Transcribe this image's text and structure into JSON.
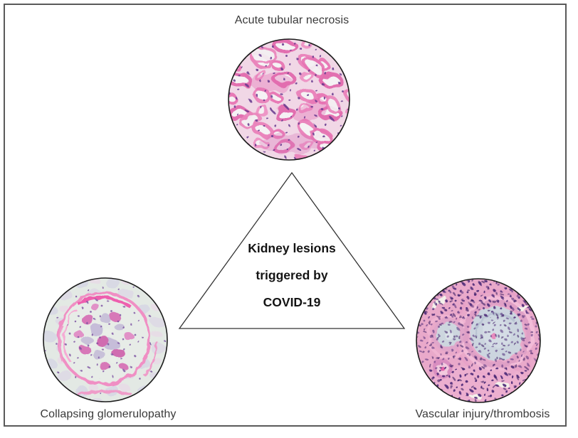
{
  "figure": {
    "center_text": {
      "lines": [
        "Kidney lesions",
        "triggered by",
        "COVID-19"
      ]
    },
    "nodes": [
      {
        "label": "Acute tubular necrosis",
        "position": "top",
        "image_alt": "H&E photomicrograph of kidney tubules with pink epithelium, open white lumens and scattered purple nuclei"
      },
      {
        "label": "Collapsing glomerulopathy",
        "position": "bottom-left",
        "image_alt": "PAS photomicrograph of a glomerulus with collapsed magenta tuft inside a bright pink Bowman capsule on a pale green background"
      },
      {
        "label": "Vascular injury/thrombosis",
        "position": "bottom-right",
        "image_alt": "H&E photomicrograph of thickened vessel walls with pale blue-gray lumens and dense purple nuclei in pink stroma"
      }
    ],
    "colors": {
      "frame_border": "#5a5a5a",
      "triangle_stroke": "#333333",
      "label_text": "#3a3a3a",
      "center_text": "#141414",
      "stain_pink": "#e87ab8",
      "stain_magenta": "#d778b8",
      "nuclei_purple": "#5a3388",
      "pas_background": "#e3e9e4",
      "vessel_lumen_blue": "#ccd5df"
    }
  }
}
